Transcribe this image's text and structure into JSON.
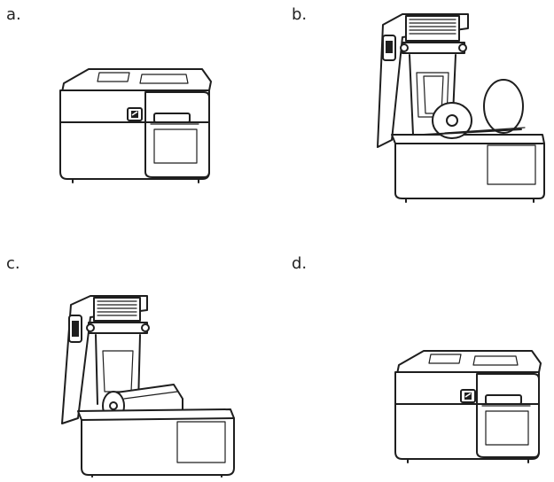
{
  "panels": [
    {
      "label": "a.",
      "state": "printer-closed"
    },
    {
      "label": "b.",
      "state": "printer-open-empty-spindle"
    },
    {
      "label": "c.",
      "state": "printer-open-roll-loaded"
    },
    {
      "label": "d.",
      "state": "printer-closed"
    }
  ],
  "colors": {
    "line": "#1e1e1e",
    "background": "#ffffff"
  }
}
